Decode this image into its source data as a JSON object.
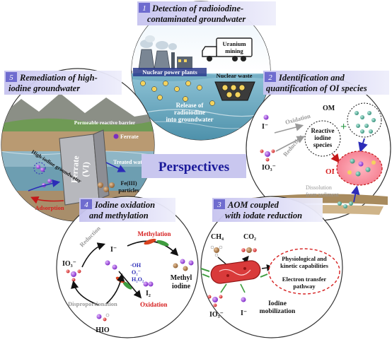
{
  "center": {
    "title": "Perspectives"
  },
  "sections": [
    {
      "num": "1",
      "title_lines": [
        "Detection of radioiodine-",
        "contaminated groundwater"
      ]
    },
    {
      "num": "2",
      "title_lines": [
        "Identification and",
        "quantification of OI species"
      ]
    },
    {
      "num": "3",
      "title_lines": [
        "AOM coupled",
        "with iodate reduction"
      ]
    },
    {
      "num": "4",
      "title_lines": [
        "Iodine oxidation",
        "and methylation"
      ]
    },
    {
      "num": "5",
      "title_lines": [
        "Remediation of high-",
        "iodine groundwater"
      ]
    }
  ],
  "s1": {
    "uranium": [
      "Uranium",
      "mining"
    ],
    "npp": "Nuclear power plants",
    "waste": "Nuclear waste",
    "release": [
      "Release of",
      "radioiodine",
      "into groundwater"
    ]
  },
  "s2": {
    "om": "OM",
    "iodide": "I⁻",
    "iodate": "IO₃⁻",
    "oxidation": "Oxidation",
    "reduction": "Reduction",
    "reactive": [
      "Reactive",
      "iodine",
      "species"
    ],
    "oi": "OI",
    "dissolution": [
      "Dissolution",
      "from sediment"
    ]
  },
  "s3": {
    "ch4": "CH₄",
    "co2": "CO₂",
    "capabilities": [
      "Physiological and",
      "kinetic capabilities"
    ],
    "electron": [
      "Electron transfer",
      "pathway"
    ],
    "iodate": "IO₃⁻",
    "iodide": "I⁻",
    "mobilization": [
      "Iodine",
      "mobilization"
    ]
  },
  "s4": {
    "methylation": "Methylation",
    "iodide": "I⁻",
    "oh": "·OH",
    "o2": "O₂⁻",
    "h2o2": "H₂O₂",
    "reduction": "Reduction",
    "iodate": "IO₃⁻",
    "i2": "I₂",
    "oxidation": "Oxidation",
    "methyl_iodine": [
      "Methyl",
      "iodine"
    ],
    "disproportionation": "Disproportionation",
    "hio": "HIO"
  },
  "s5": {
    "prb": "Permeable reactive barrier",
    "ferrate": "Ferrate",
    "ferrate_wall": [
      "Ferrate",
      "(VI)"
    ],
    "treated": "Treated water",
    "fe_particles": [
      "Fe(III)",
      "particles"
    ],
    "high_iodine": "High-iodine groundwater",
    "adsorption": "Adsorption"
  },
  "colors": {
    "banner": "#c9c7ef",
    "num_box": "#6f6ccf",
    "title_text": "#111111",
    "accent_blue": "#2c2cb8",
    "red": "#d62020",
    "purple": "#7a2fc0",
    "gray_arrow": "#a0a0a0"
  }
}
